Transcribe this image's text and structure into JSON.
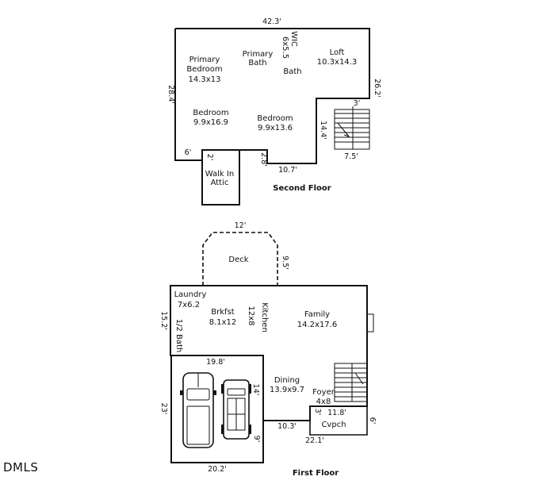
{
  "second_floor": {
    "title": "Second Floor",
    "rooms": {
      "primary_bedroom": [
        "Primary",
        "Bedroom",
        "14.3x13"
      ],
      "primary_bath": [
        "Primary",
        "Bath"
      ],
      "wic": [
        "WIC",
        "6x5.5"
      ],
      "bath": "Bath",
      "loft": [
        "Loft",
        "10.3x14.3"
      ],
      "bedroom_left": [
        "Bedroom",
        "9.9x16.9"
      ],
      "bedroom_mid": [
        "Bedroom",
        "9.9x13.6"
      ],
      "walk_in_attic": [
        "Walk In",
        "Attic"
      ]
    },
    "dimensions": {
      "top": "42.3'",
      "left": "28.4'",
      "right": "26.2'",
      "stair_top": "3'",
      "stair_side": "14.4'",
      "stair_bottom": "7.5'",
      "bottom_left": "6'",
      "attic_left": "2'",
      "attic_right": "2.8'",
      "bottom_mid": "10.7'"
    }
  },
  "first_floor": {
    "title": "First Floor",
    "rooms": {
      "deck": "Deck",
      "laundry": [
        "Laundry",
        "7x6.2"
      ],
      "brkfst": [
        "Brkfst",
        "8.1x12"
      ],
      "kitchen": [
        "Kitchen",
        "12x8"
      ],
      "family": [
        "Family",
        "14.2x17.6"
      ],
      "half_bath": "1/2 Bath",
      "dining": [
        "Dining",
        "13.9x9.7"
      ],
      "foyer": [
        "Foyer",
        "4x8"
      ],
      "cvpch": "Cvpch"
    },
    "dimensions": {
      "deck_top": "12'",
      "deck_side": "9.5'",
      "left": "15.2'",
      "garage_top": "19.8'",
      "garage_left": "23'",
      "garage_bottom": "20.2'",
      "garage_side": "14'",
      "garage_side_small": "9'",
      "porch_small": "3'",
      "porch_width": "11.8'",
      "porch_depth": "6'",
      "bottom_mid": "10.3'",
      "bottom_total": "22.1'"
    }
  },
  "logo": "DMLS"
}
